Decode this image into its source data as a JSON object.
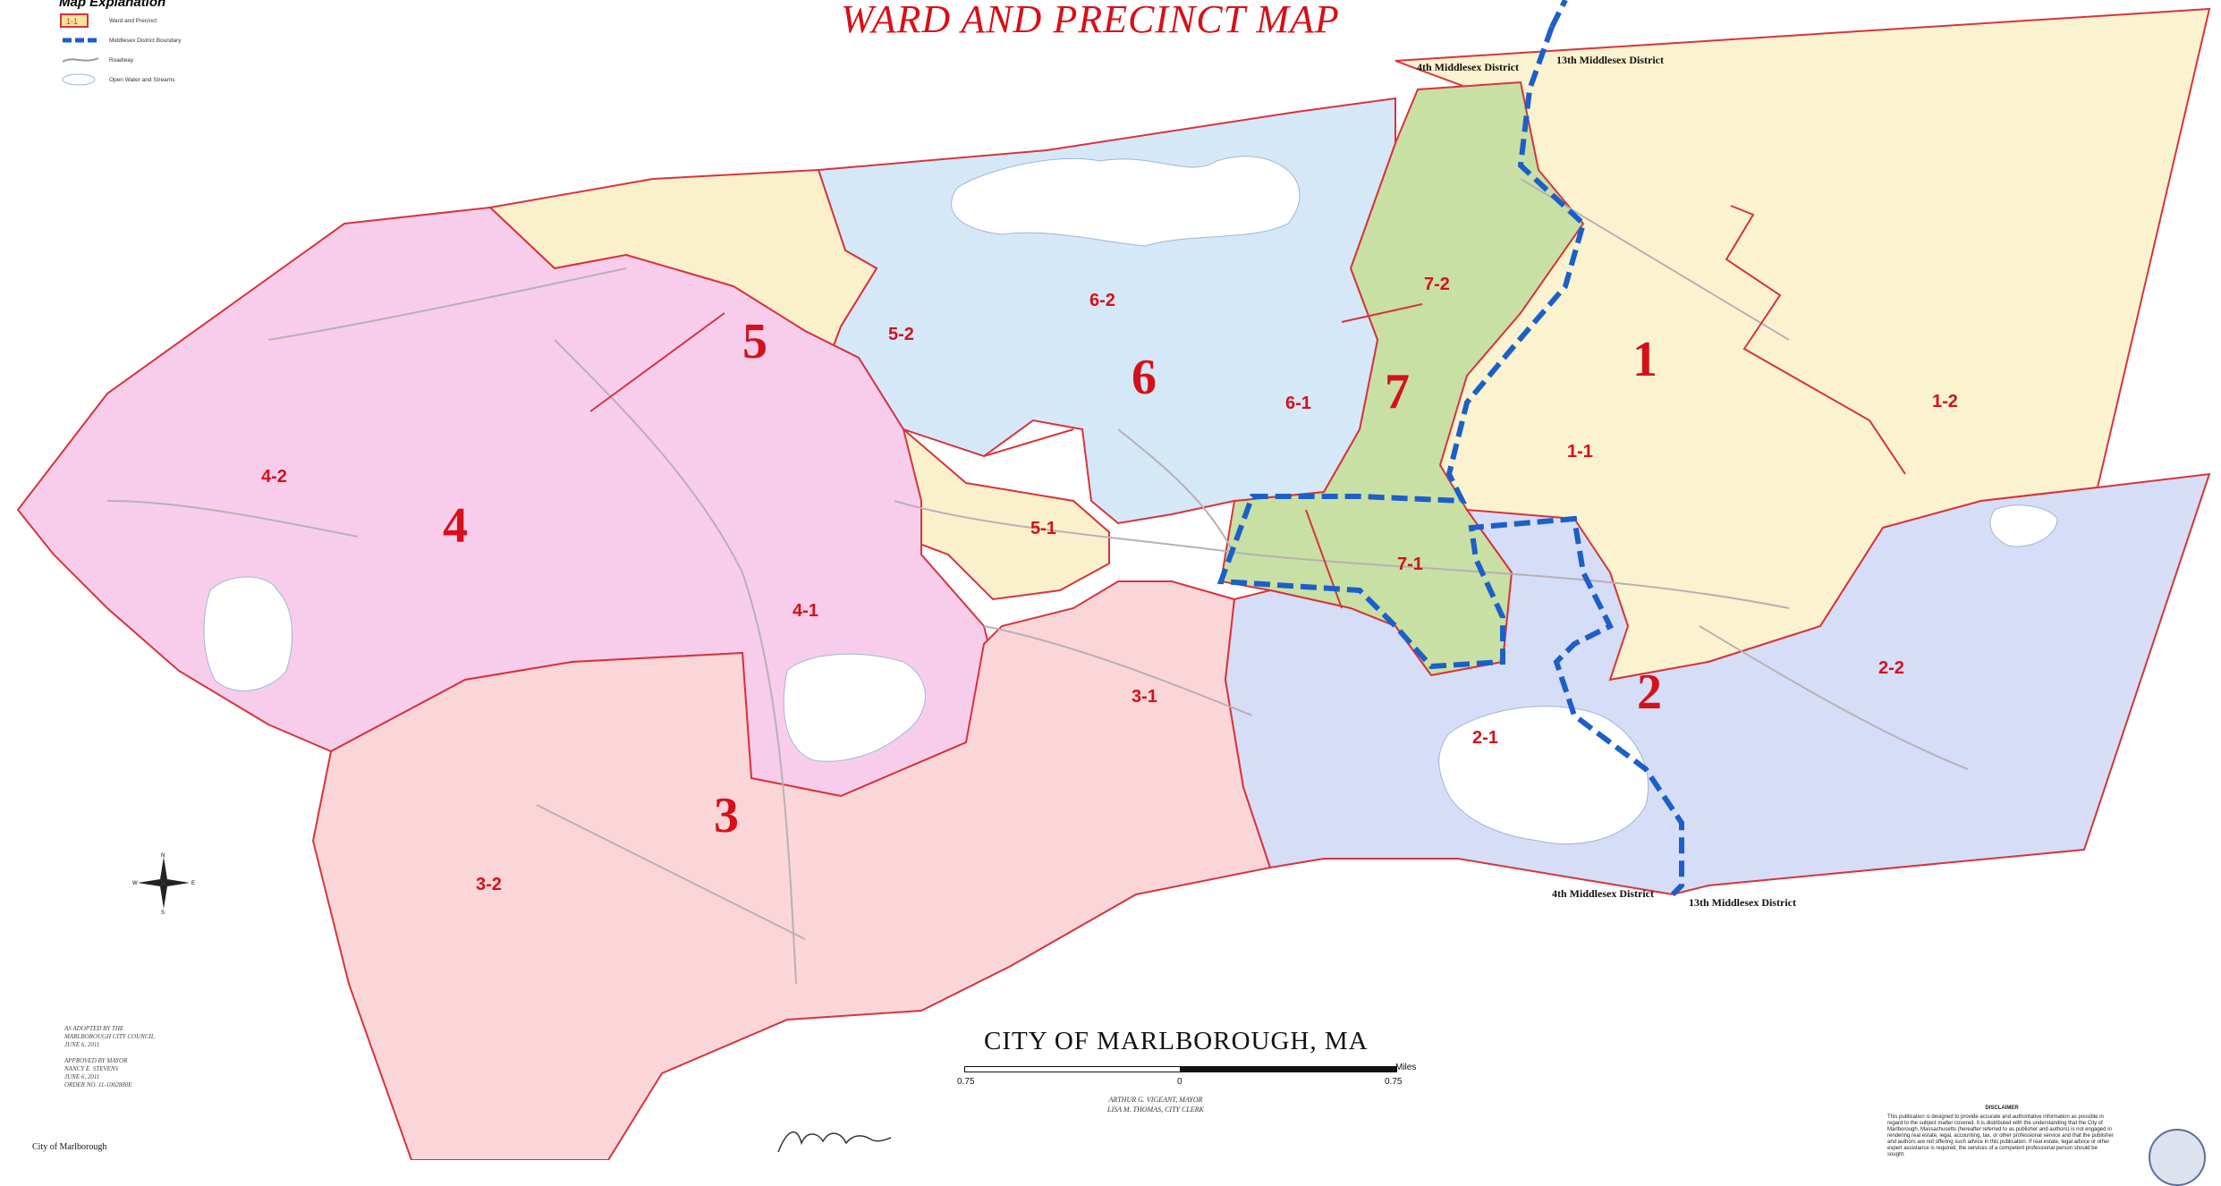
{
  "title": "WARD  AND PRECINCT MAP",
  "legend": {
    "heading": "Map Explanation",
    "items": [
      {
        "symbol": "1-1",
        "label": "Ward and Precinct"
      },
      {
        "symbol": "",
        "label": "Middlesex District Boundary"
      },
      {
        "symbol": "",
        "label": "Roadway"
      },
      {
        "symbol": "",
        "label": "Open Water and Streams"
      }
    ]
  },
  "wards": [
    "1",
    "2",
    "3",
    "4",
    "5",
    "6",
    "7"
  ],
  "precincts": [
    "1-1",
    "1-2",
    "2-1",
    "2-2",
    "3-1",
    "3-2",
    "4-1",
    "4-2",
    "5-1",
    "5-2",
    "6-1",
    "6-2",
    "7-1",
    "7-2"
  ],
  "districts": {
    "top_left": "4th Middlesex District",
    "top_right": "13th Middlesex District",
    "bottom_left": "4th Middlesex District",
    "bottom_right": "13th Middlesex District"
  },
  "city_title": "CITY OF MARLBOROUGH, MA",
  "scale": {
    "left": "0.75",
    "center": "0",
    "right": "0.75",
    "unit": "Miles"
  },
  "officials": [
    "ARTHUR G. VIGEANT, MAYOR",
    "LISA M. THOMAS, CITY CLERK"
  ],
  "adopted": [
    "AS ADOPTED BY THE",
    "MARLBOROUGH CITY COUNCIL",
    "JUNE 6, 2011",
    "",
    "APPROVED BY MAYOR",
    "NANCY E. STEVENS",
    "JUNE 6, 2011",
    "ORDER NO. 11-1002880E"
  ],
  "credit": "City of Marlborough",
  "disclaimer": {
    "heading": "DISCLAIMER",
    "text": "This publication is designed to provide accurate and authoritative information as possible in regard to the subject matter covered. It is distributed with the understanding that the City of Marlborough, Massachusetts (hereafter referred to as publisher and authors) is not engaged in rendering real estate, legal, accounting, tax, or other professional service and that the publisher and authors are not offering such advice in this publication. If real estate, legal advice or other expert assistance is required, the services of a competent professional person should be sought."
  },
  "compass": {
    "n": "N",
    "s": "S",
    "e": "E",
    "w": "W"
  },
  "colors": {
    "ward1": "#fbf3cf",
    "ward2": "#d6ddf6",
    "ward3": "#fbd6d8",
    "ward4": "#f8cdec",
    "ward5": "#fbf0cc",
    "ward6": "#d4e8f8",
    "ward7": "#c8e0a4",
    "boundary": "#d8333c",
    "district_line": "#1c5fc8"
  }
}
